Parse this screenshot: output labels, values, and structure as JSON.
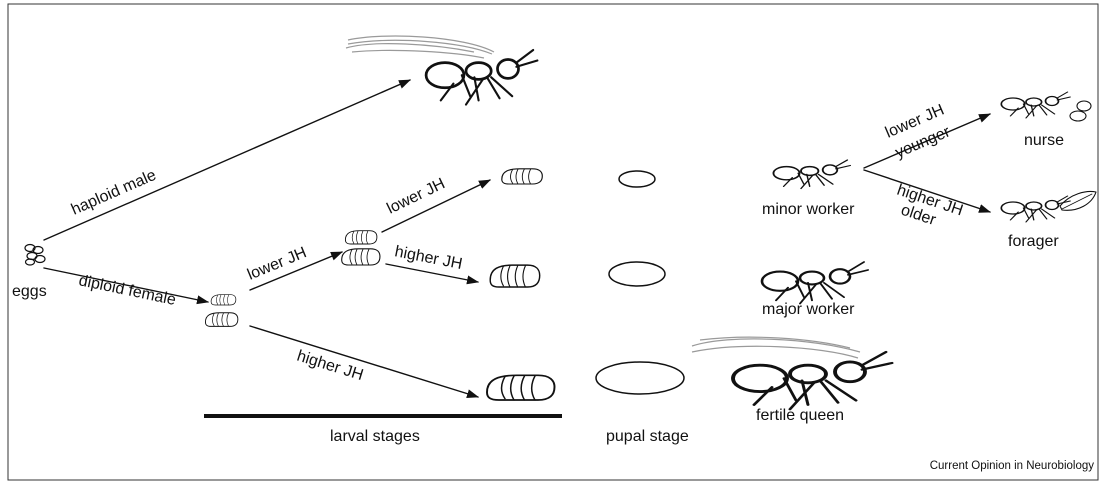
{
  "labels": {
    "eggs": "eggs",
    "haploid_male": "haploid male",
    "diploid_female": "diploid female",
    "lower_jh_1": "lower JH",
    "higher_jh_1": "higher JH",
    "lower_jh_2": "lower JH",
    "higher_jh_2": "higher JH",
    "minor_worker": "minor worker",
    "major_worker": "major worker",
    "fertile_queen": "fertile queen",
    "lower_jh_3": "lower JH",
    "younger": "younger",
    "higher_jh_3": "higher JH",
    "older": "older",
    "nurse": "nurse",
    "forager": "forager",
    "larval_stages": "larval stages",
    "pupal_stage": "pupal stage"
  },
  "credit": "Current Opinion in Neurobiology"
}
